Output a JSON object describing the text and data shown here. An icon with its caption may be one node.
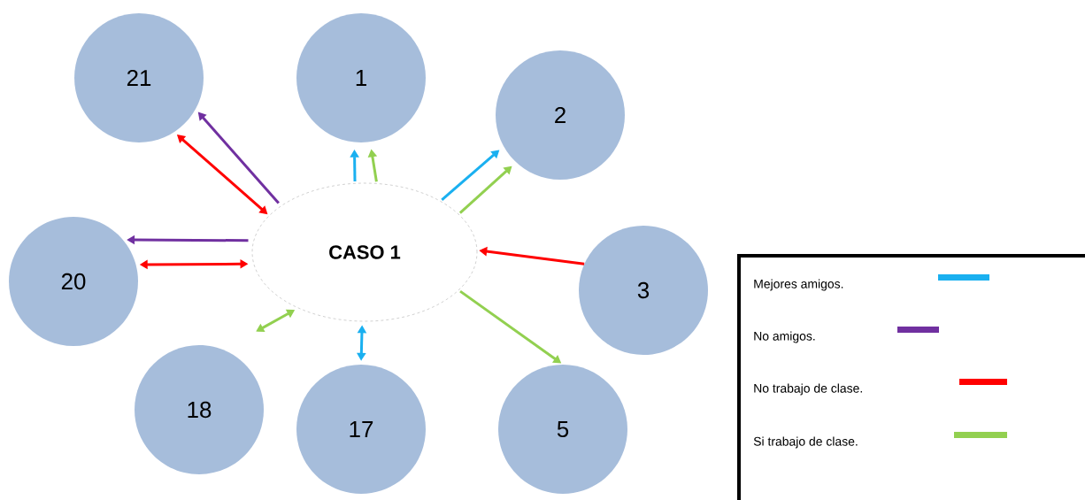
{
  "diagram": {
    "nodes": [
      {
        "text": [
          "CASO 1"
        ]
      },
      {
        "text": [
          "21"
        ]
      },
      {
        "text": [
          "1"
        ]
      },
      {
        "text": [
          "2"
        ]
      },
      {
        "text": [
          "3"
        ]
      },
      {
        "text": [
          "5"
        ]
      },
      {
        "text": [
          "17"
        ]
      },
      {
        "text": [
          "18"
        ]
      },
      {
        "text": [
          "20"
        ]
      }
    ],
    "edges": [
      {
        "from": 0,
        "to": 2,
        "arrow": "to",
        "color": "#1ab0f0"
      },
      {
        "from": 0,
        "to": 2,
        "arrow": "to",
        "color": "#92d050"
      },
      {
        "from": 0,
        "to": 3,
        "arrow": "to",
        "color": "#1ab0f0"
      },
      {
        "from": 0,
        "to": 3,
        "arrow": "to",
        "color": "#92d050"
      },
      {
        "from": 4,
        "to": 0,
        "arrow": "to",
        "color": "#ff0000"
      },
      {
        "from": 0,
        "to": 5,
        "arrow": "to",
        "color": "#92d050"
      },
      {
        "from": 0,
        "to": 6,
        "arrow": "both",
        "color": "#1ab0f0"
      },
      {
        "from": 7,
        "to": 0,
        "arrow": "both",
        "color": "#92d050"
      },
      {
        "from": 0,
        "to": 8,
        "arrow": "to",
        "color": "#7030a0"
      },
      {
        "from": 0,
        "to": 8,
        "arrow": "both",
        "color": "#ff0000"
      },
      {
        "from": 0,
        "to": 1,
        "arrow": "to",
        "color": "#7030a0"
      },
      {
        "from": 0,
        "to": 1,
        "arrow": "both",
        "color": "#ff0000"
      }
    ],
    "legend": [
      {
        "text": "Mejores amigos.",
        "color": "#1ab0f0"
      },
      {
        "text": "No  amigos.",
        "color": "#7030a0"
      },
      {
        "text": "No trabajo de clase.",
        "color": "#ff0000"
      },
      {
        "text": "Si trabajo de clase.",
        "color": "#92d050"
      }
    ]
  }
}
